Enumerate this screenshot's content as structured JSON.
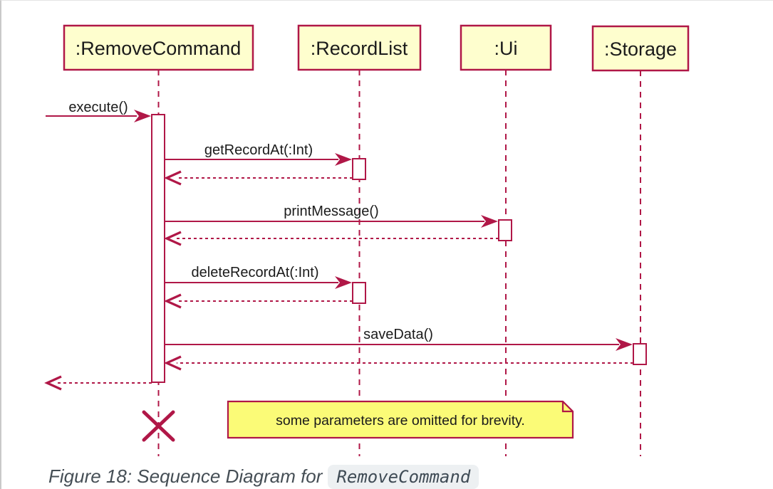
{
  "colors": {
    "accent": "#B01747",
    "participant_fill": "#FEFECE",
    "note_fill": "#FBFB77",
    "diagram_text": "#1b1b1b",
    "caption_color": "#454e55",
    "chip_bg": "#edf0f2",
    "chip_color": "#3f4b55"
  },
  "diagram": {
    "participants": [
      {
        "label": ":RemoveCommand"
      },
      {
        "label": ":RecordList"
      },
      {
        "label": ":Ui"
      },
      {
        "label": ":Storage"
      }
    ],
    "messages": [
      {
        "label": "execute()"
      },
      {
        "label": "getRecordAt(:Int)"
      },
      {
        "label": "printMessage()"
      },
      {
        "label": "deleteRecordAt(:Int)"
      },
      {
        "label": "saveData()"
      }
    ],
    "note": {
      "text": "some parameters are omitted for brevity."
    }
  },
  "caption": {
    "prefix": "Figure 18: Sequence Diagram for",
    "code": "RemoveCommand"
  }
}
